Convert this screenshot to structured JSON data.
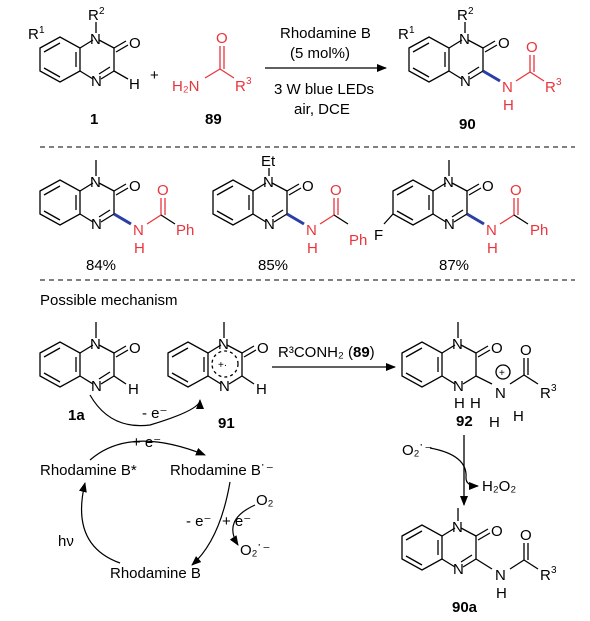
{
  "scheme": {
    "top_reaction": {
      "reagent_line1": "Rhodamine B",
      "reagent_line2": "(5 mol%)",
      "condition_line1": "3 W blue LEDs",
      "condition_line2": "air, DCE",
      "plus": "+",
      "label_sm1": "1",
      "label_sm2": "89",
      "label_product": "90",
      "r1": "R",
      "r1_sup": "1",
      "r2": "R",
      "r2_sup": "2",
      "r3": "R",
      "r3_sup": "3",
      "nh2": "H₂N",
      "n": "N",
      "o": "O",
      "h": "H"
    },
    "examples": [
      {
        "yield": "84%",
        "n_sub": "",
        "ring_sub": "",
        "acyl": "Ph"
      },
      {
        "yield": "85%",
        "n_sub": "Et",
        "ring_sub": "",
        "acyl": "Ph"
      },
      {
        "yield": "87%",
        "n_sub": "",
        "ring_sub": "F",
        "acyl": "Ph"
      }
    ],
    "mechanism": {
      "heading": "Possible mechanism",
      "label_1a": "1a",
      "label_91": "91",
      "label_92": "92",
      "label_90a": "90a",
      "amide_reagent": "R³CONH₂ (",
      "amide_reagent_bold": "89",
      "amide_reagent_close": ")",
      "minus_e": "- e⁻",
      "plus_e": "+ e⁻",
      "catalyst_excited": "Rhodamine B*",
      "catalyst_radical_anion": "Rhodamine B˙⁻",
      "catalyst_ground": "Rhodamine B",
      "hv": "hν",
      "o2": "O₂",
      "superoxide": "O₂˙⁻",
      "h2o2": "H₂O₂",
      "radical_cation": "+·",
      "plus_charge": "+"
    }
  },
  "colors": {
    "accent_red": "#e8353d",
    "bond_blue": "#2b3ea6",
    "ink": "#000000"
  }
}
